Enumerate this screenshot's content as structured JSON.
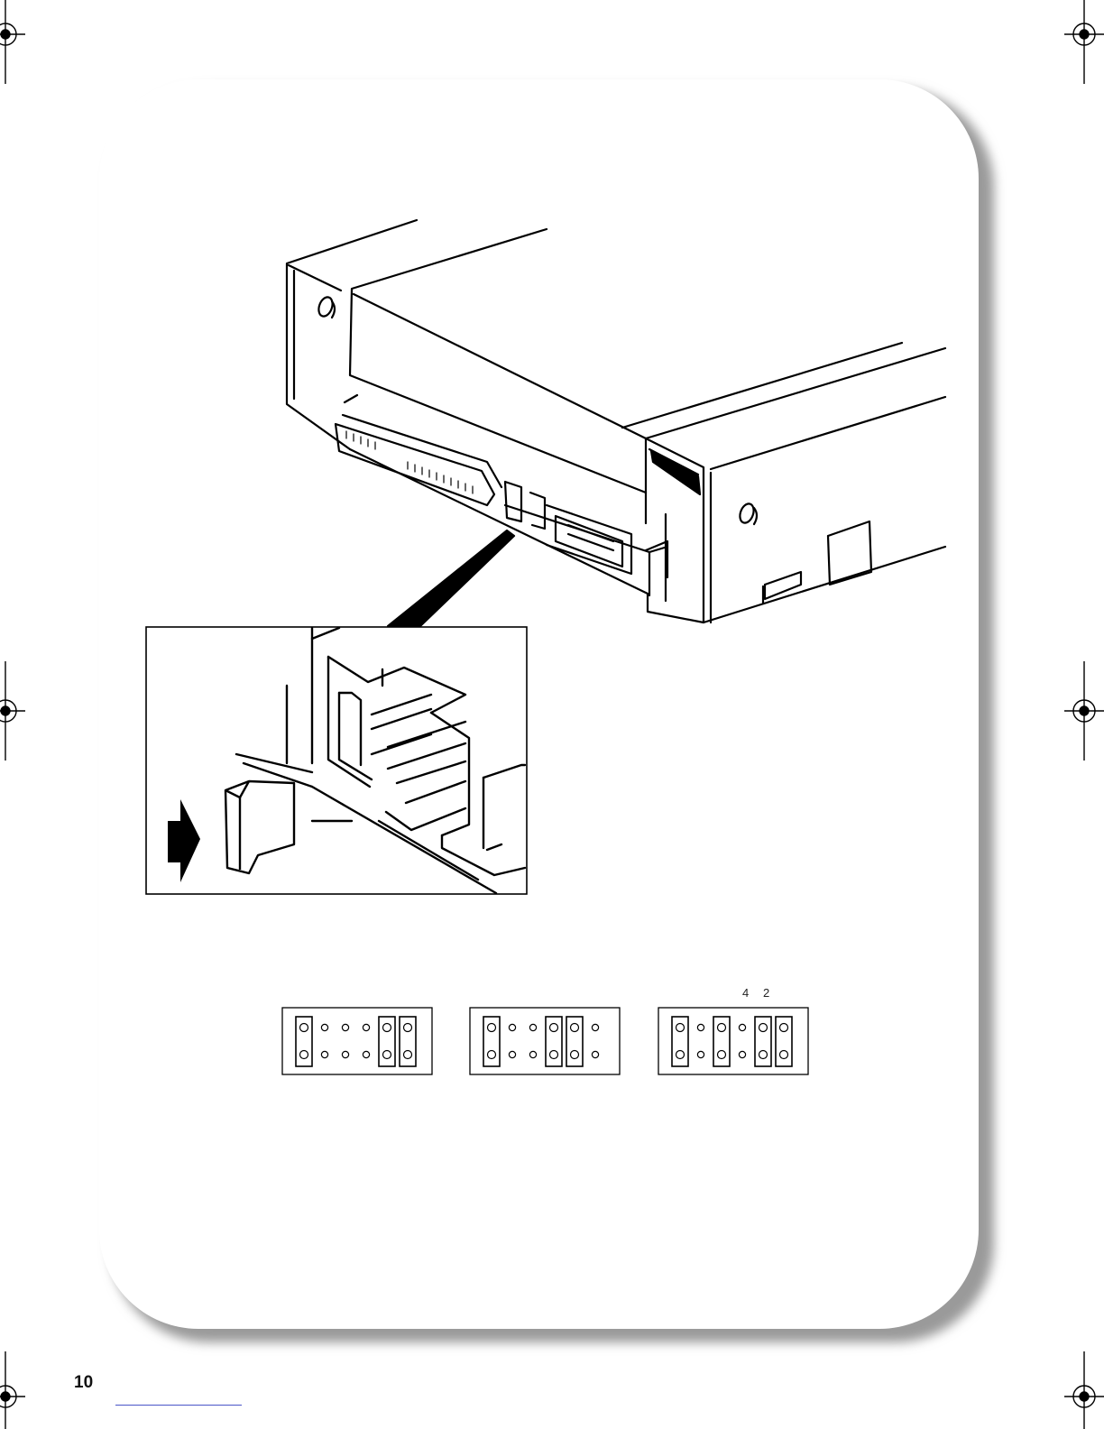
{
  "page": {
    "number": "10"
  },
  "jumper_blocks": {
    "label_pin_4": "4",
    "label_pin_2": "2",
    "blocks": [
      {
        "name": "jumper-setting-1",
        "jumpered_positions": [
          1,
          5,
          6
        ]
      },
      {
        "name": "jumper-setting-2",
        "jumpered_positions": [
          1,
          4,
          5
        ]
      },
      {
        "name": "jumper-setting-3",
        "jumpered_positions": [
          1,
          3,
          5,
          6
        ]
      }
    ]
  },
  "icons": [
    "registration-mark-icon",
    "insert-arrow-icon"
  ]
}
